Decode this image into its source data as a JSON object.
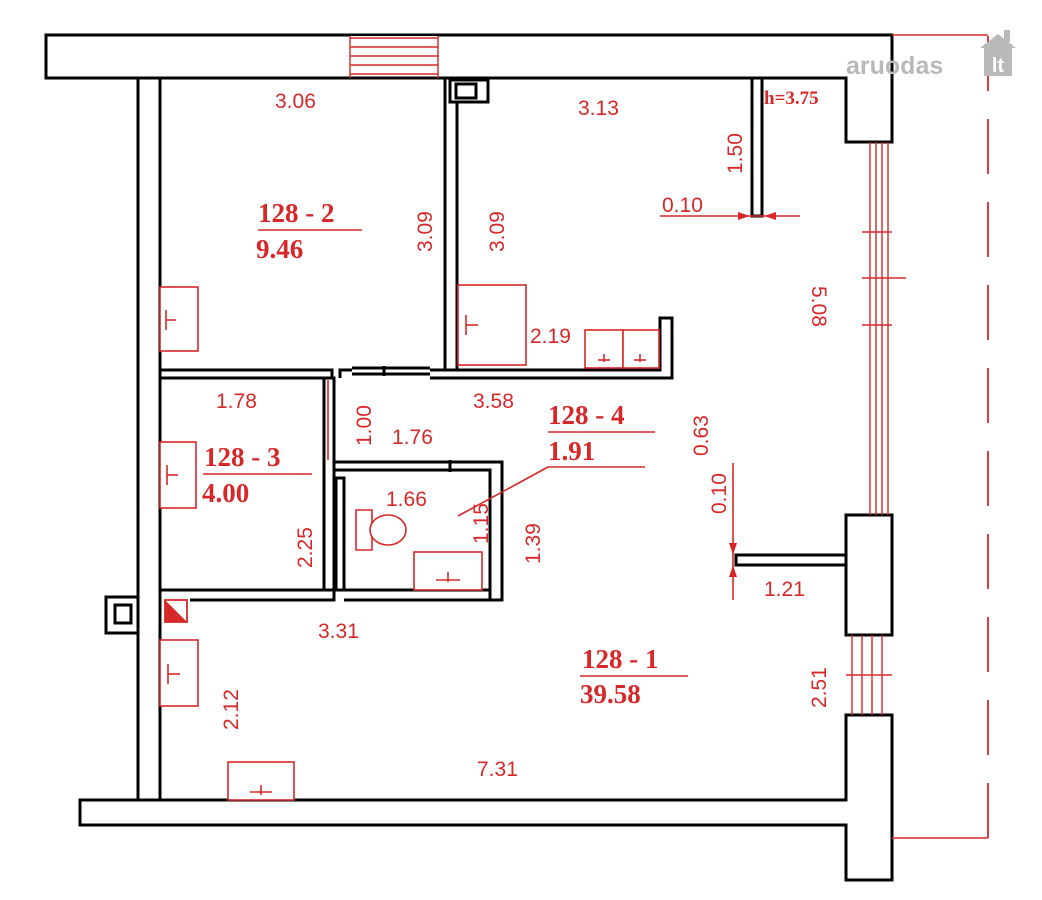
{
  "watermark": {
    "brand": "aruodas",
    "suffix": "lt"
  },
  "height_label": "h=3.75",
  "rooms": [
    {
      "code": "128  - 2",
      "area": "9.46"
    },
    {
      "code": "128  - 3",
      "area": "4.00"
    },
    {
      "code": "128  - 4",
      "area": "1.91"
    },
    {
      "code": "128  - 1",
      "area": "39.58"
    }
  ],
  "dimensions": {
    "d306": "3.06",
    "d313": "3.13",
    "d150": "1.50",
    "d010a": "0.10",
    "d309a": "3.09",
    "d309b": "3.09",
    "d508": "5.08",
    "d219": "2.19",
    "d178": "1.78",
    "d100": "1.00",
    "d176": "1.76",
    "d358": "3.58",
    "d063": "0.63",
    "d010b": "0.10",
    "d166": "1.66",
    "d115": "1.15",
    "d139": "1.39",
    "d225": "2.25",
    "d121": "1.21",
    "d331": "3.31",
    "d212": "2.12",
    "d251": "2.51",
    "d731": "7.31"
  },
  "colors": {
    "dimension": "#d62828",
    "walls": "#000000",
    "watermark": "#b9b9b9"
  }
}
